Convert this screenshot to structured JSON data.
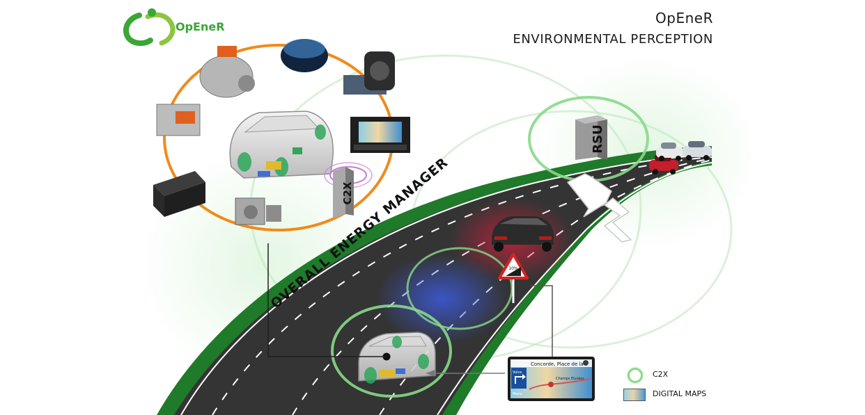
{
  "logo": {
    "text": "OpEneR"
  },
  "header": {
    "title": "OpEneR",
    "subtitle": "ENVIRONMENTAL PERCEPTION"
  },
  "labels": {
    "energy_manager": "OVERALL ENERGY MANAGER",
    "c2x_module": "C2X",
    "rsu": "RSU",
    "sign_text": "10%"
  },
  "nav_screen": {
    "street": "Concorde, Place de la",
    "voice": "Voice",
    "menu": "Menu",
    "sub_street": "Champs Elysées"
  },
  "legend": [
    {
      "key": "c2x",
      "label": "C2X"
    },
    {
      "key": "digital-maps",
      "label": "DIGITAL MAPS"
    }
  ],
  "colors": {
    "road": "#343434",
    "road_edge": "#1f7a2a",
    "ring": "#f08a1c",
    "c2x_wave": "#7fd47f",
    "logo": "#3aa635",
    "radar_red": "#d81f3c",
    "radar_blue": "#3c5be0"
  }
}
